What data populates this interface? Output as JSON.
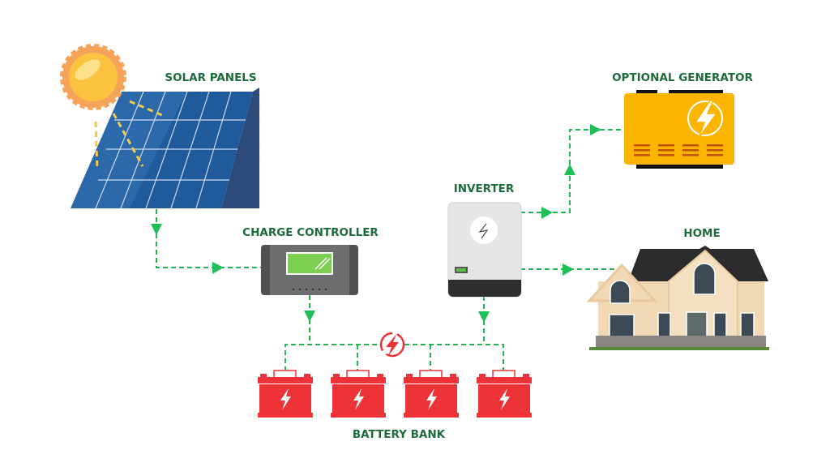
{
  "labels": {
    "solar_panels": "SOLAR PANELS",
    "charge_controller": "CHARGE CONTROLLER",
    "inverter": "INVERTER",
    "optional_generator": "OPTIONAL GENERATOR",
    "home": "HOME",
    "battery_bank": "BATTERY BANK"
  },
  "colors": {
    "label_text": "#1c6b3c",
    "flow_line": "#22b455",
    "panel_blue": "#1f5a9c",
    "battery_red": "#ee3338",
    "generator_orange": "#fbb400",
    "controller_gray": "#6d6e70",
    "controller_screen": "#7dd04f",
    "sun_orange": "#f6a35a",
    "sun_yellow": "#fbc340"
  },
  "icons": [
    "sun-icon",
    "solar-panel-icon",
    "charge-controller-icon",
    "inverter-icon",
    "generator-icon",
    "house-icon",
    "battery-icon",
    "lightning-icon"
  ]
}
